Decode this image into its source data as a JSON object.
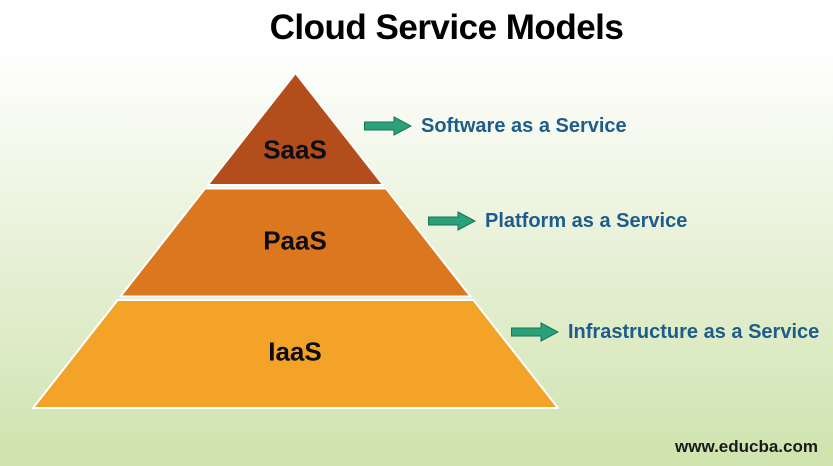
{
  "title": "Cloud Service Models",
  "pyramid": {
    "tiers": [
      {
        "abbr": "SaaS",
        "service": "Software as a Service",
        "color": "#b34d1b"
      },
      {
        "abbr": "PaaS",
        "service": "Platform as a Service",
        "color": "#da771f"
      },
      {
        "abbr": "IaaS",
        "service": "Infrastructure as a Service",
        "color": "#f2a328"
      }
    ],
    "separator_color": "#ffffff"
  },
  "arrow": {
    "fill": "#2ba179",
    "border": "#17745a"
  },
  "service_label_color": "#1e5c8b",
  "background": {
    "top_color": "#ffffff",
    "bottom_color": "#cee3ad"
  },
  "watermark": "www.educba.com"
}
